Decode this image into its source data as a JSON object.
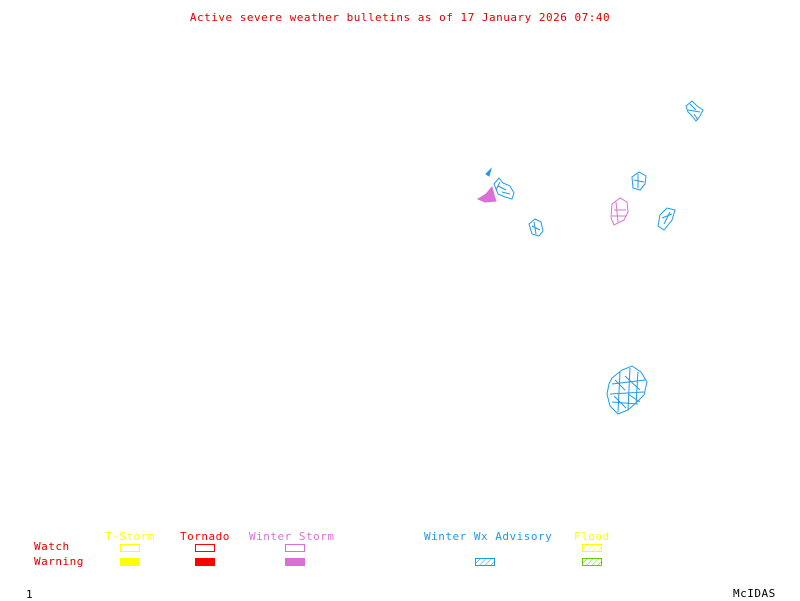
{
  "header": {
    "title": "Active severe weather bulletins as of 17 January 2026 07:40",
    "color": "#e00000"
  },
  "legend": {
    "row_labels": {
      "watch": "Watch",
      "warning": "Warning",
      "color": "#e00000"
    },
    "categories": [
      {
        "name": "T-Storm",
        "color": "#ffff00",
        "watch": "outline",
        "warning": "solid"
      },
      {
        "name": "Tornado",
        "color": "#ff0000",
        "watch": "outline",
        "warning": "solid"
      },
      {
        "name": "Winter Storm",
        "color": "#da70d6",
        "watch": "outline",
        "warning": "solid"
      },
      {
        "name": "Winter Wx Advisory",
        "color": "#1e9be8",
        "watch": null,
        "warning": "hatched"
      },
      {
        "name": "Flood",
        "color": "#ffff00",
        "warning_color": "#66cc00",
        "watch": "hatched",
        "warning": "hatched"
      }
    ]
  },
  "regions": [
    {
      "type": "Winter Wx Advisory",
      "label": "advisory-cluster-northeast",
      "color": "#1e9be8"
    },
    {
      "type": "Winter Wx Advisory",
      "label": "advisory-cluster-north-central",
      "color": "#1e9be8"
    },
    {
      "type": "Winter Storm Warning",
      "label": "winter-storm-warning-west",
      "color": "#da70d6"
    },
    {
      "type": "Winter Wx Advisory",
      "label": "advisory-cluster-central",
      "color": "#1e9be8"
    },
    {
      "type": "Winter Storm Watch",
      "label": "winter-storm-watch-east",
      "color": "#da70d6"
    },
    {
      "type": "Winter Wx Advisory",
      "label": "advisory-cluster-east",
      "color": "#1e9be8"
    },
    {
      "type": "Winter Wx Advisory",
      "label": "advisory-cluster-far-east",
      "color": "#1e9be8"
    },
    {
      "type": "Winter Wx Advisory",
      "label": "advisory-cluster-south",
      "color": "#1e9be8"
    }
  ],
  "footer": {
    "frame_number": "1",
    "software": "McIDAS"
  }
}
